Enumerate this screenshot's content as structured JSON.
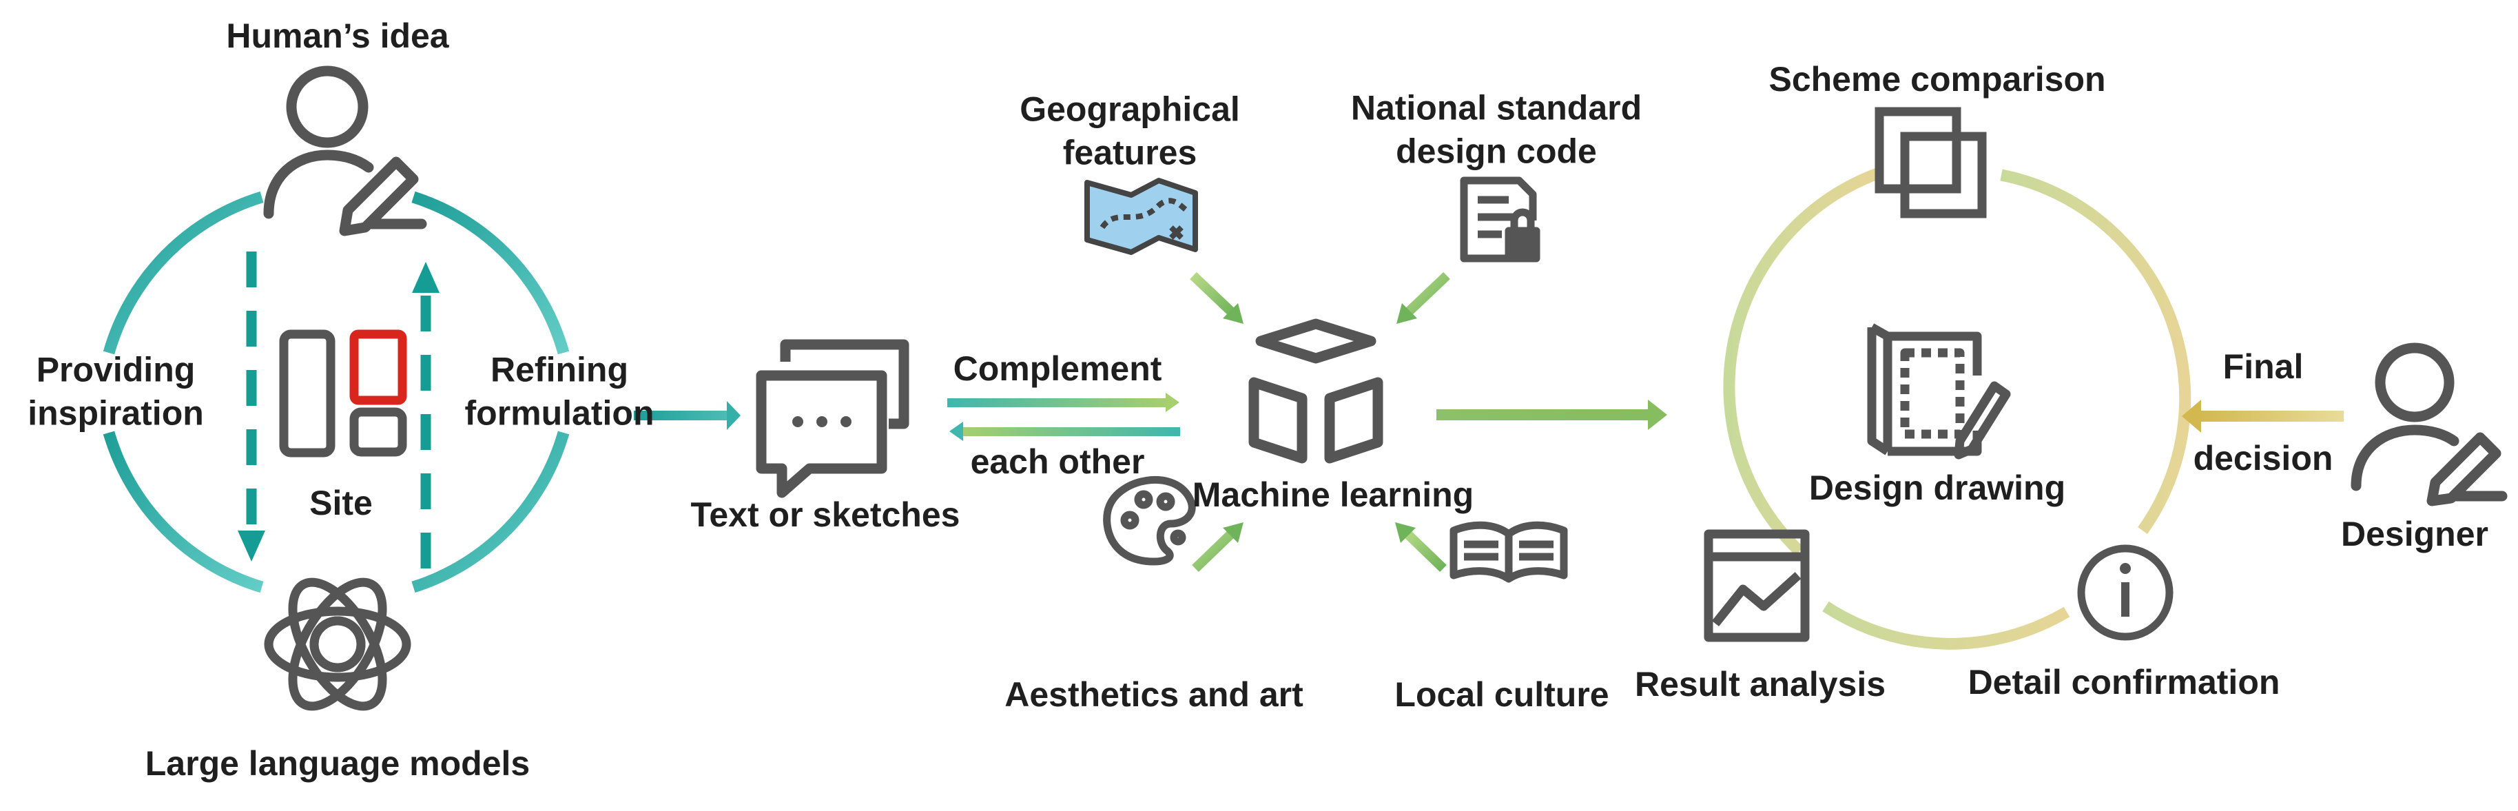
{
  "colors": {
    "teal": "#22a39c",
    "teal_light": "#5cc7c1",
    "red": "#d8261c",
    "green": "#8cc06a",
    "green_light": "#b9d98f",
    "khaki": "#d6cf8a",
    "khaki_dark": "#c9b558",
    "map_blue": "#9fd0ee",
    "icon_gray": "#555555",
    "text": "#1f1f1f"
  },
  "left_cycle": {
    "top_label": "Human’s idea",
    "left_label_line1": "Providing",
    "left_label_line2": "inspiration",
    "right_label_line1": "Refining",
    "right_label_line2": "formulation",
    "center_label": "Site",
    "bottom_label": "Large language models",
    "icons": [
      "person-edit-icon",
      "site-layout-icon",
      "openai-knot-icon"
    ]
  },
  "text_node": {
    "label": "Text or sketches",
    "icon": "chat-bubbles-icon"
  },
  "complement": {
    "line1": "Complement",
    "line2": "each other"
  },
  "machine_learning": {
    "label": "Machine learning",
    "icon": "cube-icon",
    "inputs": [
      {
        "label_line1": "Geographical",
        "label_line2": "features",
        "icon": "map-icon"
      },
      {
        "label_line1": "National standard",
        "label_line2": "design code",
        "icon": "document-lock-icon"
      },
      {
        "label_line1": "Aesthetics and art",
        "label_line2": "",
        "icon": "palette-icon"
      },
      {
        "label_line1": "Local culture",
        "label_line2": "",
        "icon": "open-book-icon"
      }
    ]
  },
  "right_cycle": {
    "center_label": "Design drawing",
    "center_icon": "blueprint-icon",
    "nodes": [
      {
        "label": "Scheme comparison",
        "icon": "overlap-squares-icon"
      },
      {
        "label": "Result analysis",
        "icon": "chart-window-icon"
      },
      {
        "label": "Detail confirmation",
        "icon": "info-icon"
      }
    ]
  },
  "designer": {
    "label": "Designer",
    "final_line1": "Final",
    "final_line2": "decision",
    "icon": "person-edit-icon"
  }
}
